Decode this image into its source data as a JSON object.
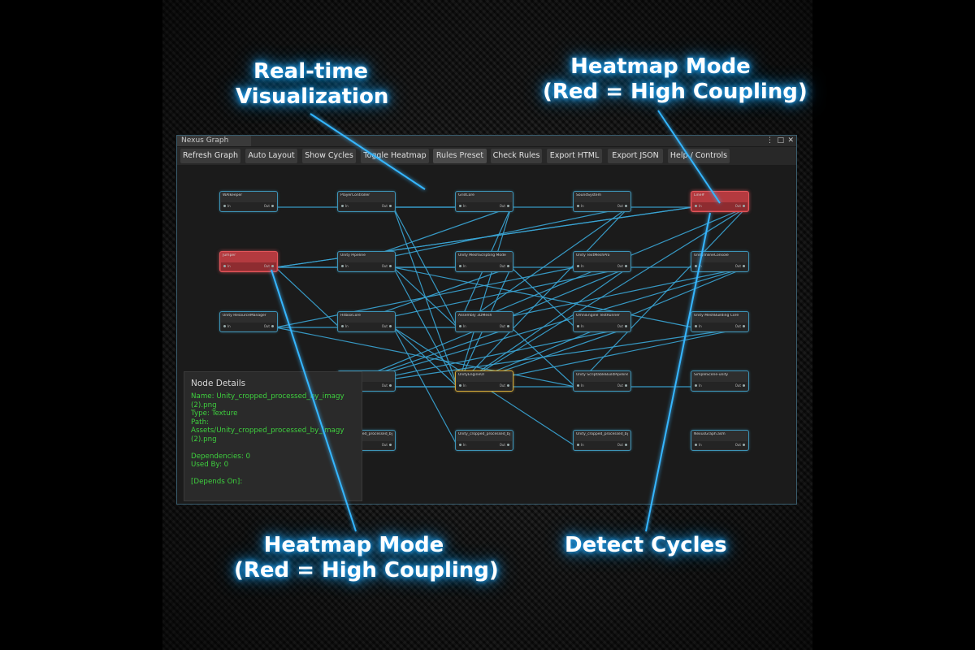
{
  "callouts": {
    "realtime": {
      "line1": "Real-time",
      "line2": "Visualization"
    },
    "heatmap_top": {
      "line1": "Heatmap Mode",
      "line2": "(Red = High Coupling)"
    },
    "heatmap_bottom": {
      "line1": "Heatmap Mode",
      "line2": "(Red = High Coupling)"
    },
    "cycles": {
      "line1": "Detect Cycles"
    }
  },
  "window": {
    "tab_title": "Nexus Graph",
    "controls": {
      "menu": "⋮",
      "maximize": "□",
      "close": "✕"
    }
  },
  "toolbar": {
    "refresh": "Refresh Graph",
    "auto_layout": "Auto Layout",
    "show_cycles": "Show Cycles",
    "toggle_heatmap": "Toggle Heatmap",
    "rules_preset": "Rules Preset ▾",
    "check_rules": "Check Rules",
    "export_html": "Export HTML",
    "export_json": "Export JSON",
    "help": "Help / Controls"
  },
  "port_labels": {
    "in": "In",
    "out": "Out"
  },
  "nodes": [
    {
      "id": "n1",
      "title": "WAIkeeper",
      "heat": "normal"
    },
    {
      "id": "n2",
      "title": "PlayerController",
      "heat": "normal"
    },
    {
      "id": "n3",
      "title": "GridCore",
      "heat": "normal"
    },
    {
      "id": "n4",
      "title": "SoundSystem",
      "heat": "normal"
    },
    {
      "id": "n5",
      "title": "Line#",
      "heat": "high"
    },
    {
      "id": "n6",
      "title": "Jumper",
      "heat": "high"
    },
    {
      "id": "n7",
      "title": "Unity Pipeline",
      "heat": "normal"
    },
    {
      "id": "n8",
      "title": "Unity MeshScripting Mode",
      "heat": "normal"
    },
    {
      "id": "n9",
      "title": "Unity TextMeshPro",
      "heat": "normal"
    },
    {
      "id": "n10",
      "title": "Unity.InlineConsole",
      "heat": "normal"
    },
    {
      "id": "n11",
      "title": "Unity ResourceManager",
      "heat": "normal"
    },
    {
      "id": "n12",
      "title": "HitboxCore",
      "heat": "normal"
    },
    {
      "id": "n13",
      "title": "Assembly 3DMesh",
      "heat": "normal"
    },
    {
      "id": "n14",
      "title": "OmniEngine TestRunner",
      "heat": "normal"
    },
    {
      "id": "n15",
      "title": "Unity MeshBuilding Core",
      "heat": "normal"
    },
    {
      "id": "n16",
      "title": "Runtime",
      "heat": "normal"
    },
    {
      "id": "n17",
      "title": "UnityEngineUI",
      "heat": "normal",
      "selected": true
    },
    {
      "id": "n18",
      "title": "Unity ScriptableBuildPipeline",
      "heat": "normal"
    },
    {
      "id": "n19",
      "title": "SimpleScene-unity",
      "heat": "normal"
    },
    {
      "id": "n20",
      "title": "Unity_cropped_processed_by_i",
      "heat": "normal"
    },
    {
      "id": "n21",
      "title": "Unity_cropped_processed_by_S",
      "heat": "normal"
    },
    {
      "id": "n22",
      "title": "Unity_cropped_processed_by_Y",
      "heat": "normal"
    },
    {
      "id": "n23",
      "title": "NexusGraph.asm",
      "heat": "normal"
    }
  ],
  "edges": [
    [
      "n1",
      "n3"
    ],
    [
      "n2",
      "n3"
    ],
    [
      "n3",
      "n4"
    ],
    [
      "n4",
      "n5"
    ],
    [
      "n6",
      "n5"
    ],
    [
      "n6",
      "n10"
    ],
    [
      "n6",
      "n8"
    ],
    [
      "n6",
      "n12"
    ],
    [
      "n6",
      "n5"
    ],
    [
      "n2",
      "n13"
    ],
    [
      "n2",
      "n17"
    ],
    [
      "n3",
      "n13"
    ],
    [
      "n3",
      "n7"
    ],
    [
      "n3",
      "n17"
    ],
    [
      "n4",
      "n7"
    ],
    [
      "n4",
      "n13"
    ],
    [
      "n4",
      "n17"
    ],
    [
      "n5",
      "n13"
    ],
    [
      "n5",
      "n17"
    ],
    [
      "n5",
      "n18"
    ],
    [
      "n7",
      "n13"
    ],
    [
      "n7",
      "n17"
    ],
    [
      "n7",
      "n15"
    ],
    [
      "n8",
      "n17"
    ],
    [
      "n8",
      "n12"
    ],
    [
      "n8",
      "n14"
    ],
    [
      "n9",
      "n17"
    ],
    [
      "n9",
      "n12"
    ],
    [
      "n9",
      "n16"
    ],
    [
      "n10",
      "n13"
    ],
    [
      "n10",
      "n17"
    ],
    [
      "n10",
      "n16"
    ],
    [
      "n11",
      "n13"
    ],
    [
      "n11",
      "n9"
    ],
    [
      "n11",
      "n18"
    ],
    [
      "n12",
      "n17"
    ],
    [
      "n12",
      "n22"
    ],
    [
      "n12",
      "n21"
    ],
    [
      "n13",
      "n18"
    ],
    [
      "n13",
      "n16"
    ],
    [
      "n14",
      "n17"
    ],
    [
      "n14",
      "n16"
    ],
    [
      "n15",
      "n17"
    ],
    [
      "n15",
      "n16"
    ],
    [
      "n16",
      "n17"
    ],
    [
      "n16",
      "n19"
    ]
  ],
  "details": {
    "title": "Node Details",
    "lines": [
      "Name: Unity_cropped_processed_by_imagy",
      "(2).png",
      "Type: Texture",
      "Path:",
      "Assets/Unity_cropped_processed_by_imagy",
      "(2).png",
      "",
      "Dependencies: 0",
      "Used By: 0",
      "",
      "[Depends On]:"
    ]
  },
  "colors": {
    "edge": "#3aa6d6",
    "node_border": "#3d93b6",
    "hot_node": "#b43a3f",
    "selected_border": "#d0a83a",
    "glow": "#1ea8ff",
    "details_text": "#3ecf3e"
  }
}
